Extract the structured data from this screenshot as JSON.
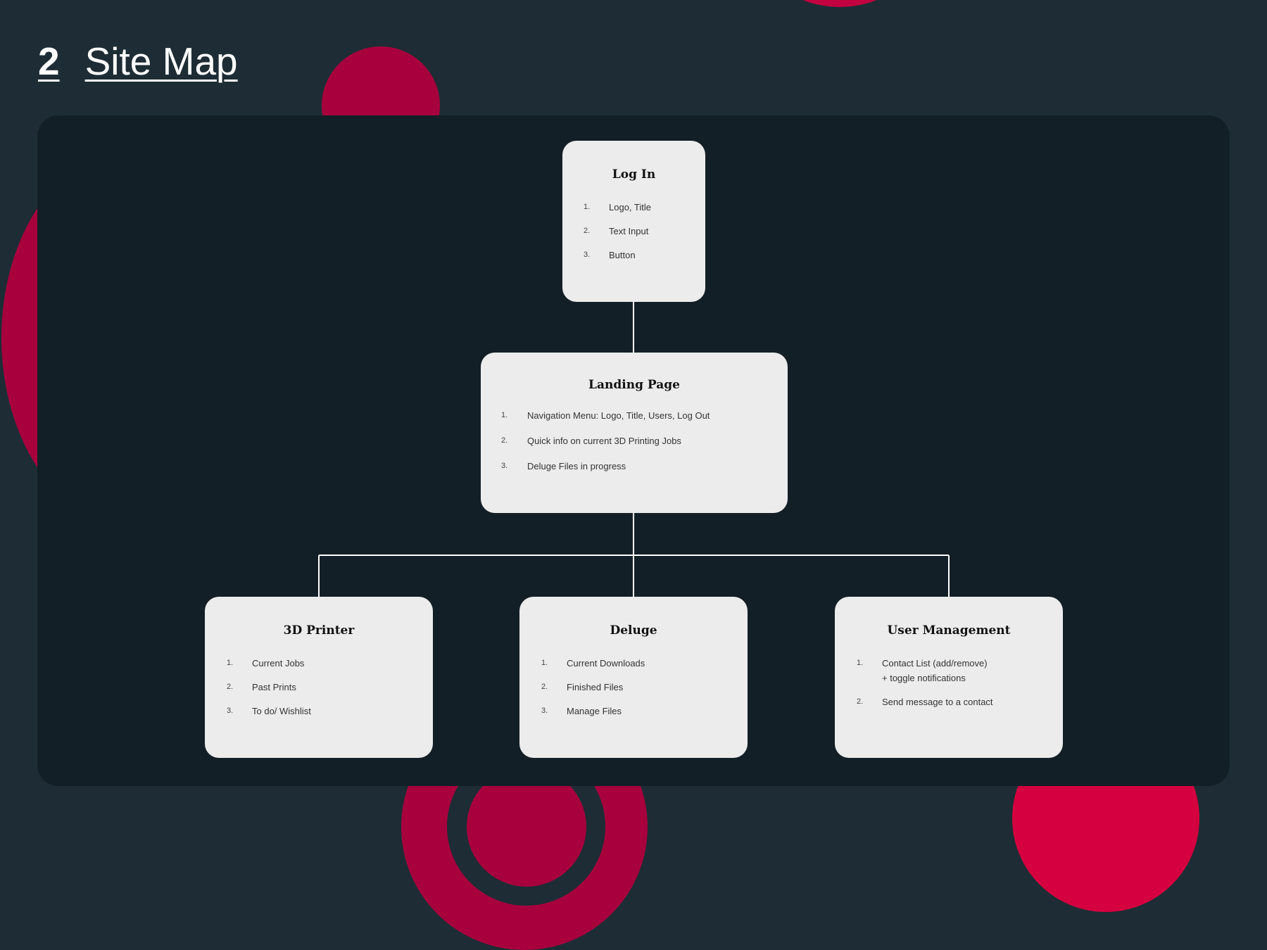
{
  "header": {
    "number": "2",
    "title": "Site Map"
  },
  "colors": {
    "background": "#1e2d35",
    "panel": "#131f26",
    "card": "#ececec",
    "connector": "#ffffff",
    "accent_dark": "#a7003d",
    "accent_bright": "#d4003f"
  },
  "sitemap": {
    "login": {
      "title": "Log In",
      "items": [
        {
          "num": "1.",
          "text": "Logo, Title"
        },
        {
          "num": "2.",
          "text": "Text Input"
        },
        {
          "num": "3.",
          "text": "Button"
        }
      ]
    },
    "landing": {
      "title": "Landing Page",
      "items": [
        {
          "num": "1.",
          "text": "Navigation Menu: Logo, Title, Users, Log Out"
        },
        {
          "num": "2.",
          "text": "Quick info on current 3D Printing Jobs"
        },
        {
          "num": "3.",
          "text": "Deluge Files in progress"
        }
      ]
    },
    "printer": {
      "title": "3D Printer",
      "items": [
        {
          "num": "1.",
          "text": "Current Jobs"
        },
        {
          "num": "2.",
          "text": "Past Prints"
        },
        {
          "num": "3.",
          "text": "To do/ Wishlist"
        }
      ]
    },
    "deluge": {
      "title": "Deluge",
      "items": [
        {
          "num": "1.",
          "text": "Current Downloads"
        },
        {
          "num": "2.",
          "text": "Finished Files"
        },
        {
          "num": "3.",
          "text": "Manage Files"
        }
      ]
    },
    "users": {
      "title": "User Management",
      "items": [
        {
          "num": "1.",
          "text": "Contact List (add/remove)\n+ toggle notifications"
        },
        {
          "num": "2.",
          "text": "Send message to a contact"
        }
      ]
    }
  }
}
